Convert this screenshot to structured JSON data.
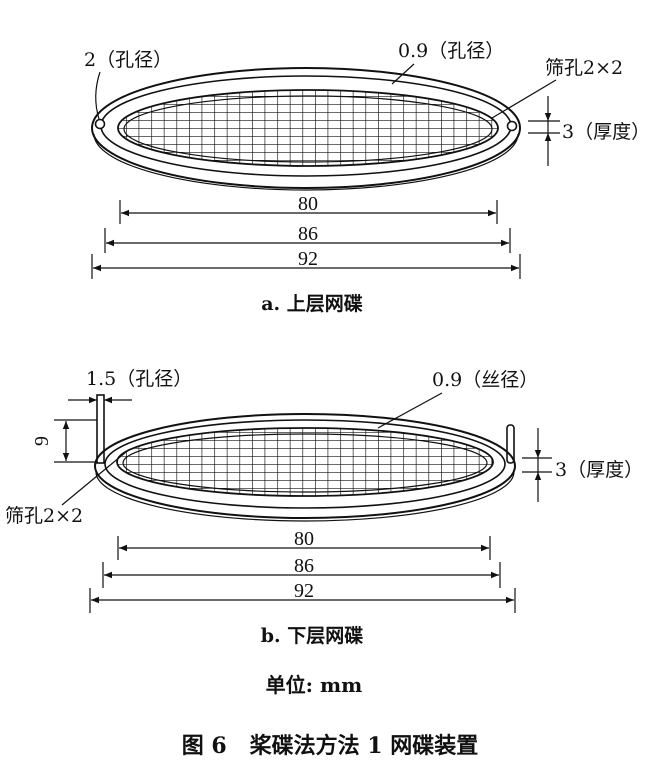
{
  "figure": {
    "title": "图 6   桨碟法方法 1 网碟装置",
    "unit_label": "单位: mm"
  },
  "upper_disc": {
    "caption": "a. 上层网碟",
    "hole_label": "2（孔径）",
    "wire_label": "0.9（孔径）",
    "mesh_label": "筛孔2×2",
    "thickness_label": "3（厚度）",
    "dims": [
      "80",
      "86",
      "92"
    ]
  },
  "lower_disc": {
    "caption": "b. 下层网碟",
    "hole_label": "1.5（孔径）",
    "wire_label": "0.9（丝径）",
    "height_label": "9",
    "mesh_label": "筛孔2×2",
    "thickness_label": "3（厚度）",
    "dims": [
      "80",
      "86",
      "92"
    ]
  },
  "colors": {
    "ink": "#111111",
    "background": "#ffffff"
  }
}
